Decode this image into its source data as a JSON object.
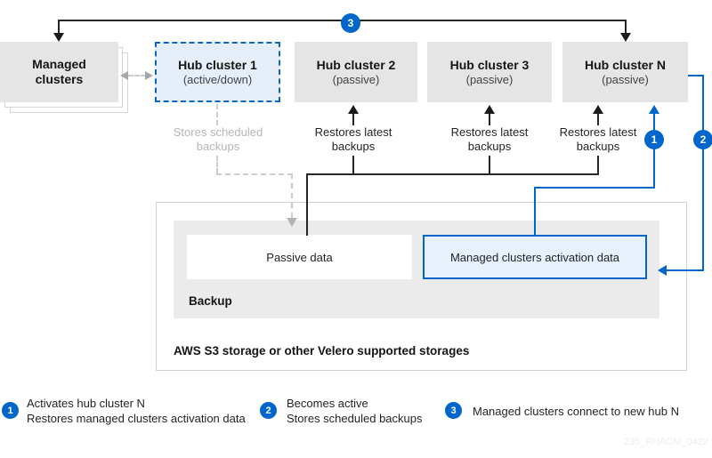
{
  "colors": {
    "accent_blue": "#0066cc",
    "node_gray": "#e5e5e5",
    "active_node_fill": "#e6eff9",
    "activation_box_fill": "#e7f1fb",
    "muted_label": "#b3b6b9",
    "line_black": "#262626",
    "dashed_gray": "#c9cdd1"
  },
  "nodes": {
    "managed": {
      "title": "Managed clusters"
    },
    "hub1": {
      "title": "Hub cluster 1",
      "subtitle": "(active/down)"
    },
    "hub2": {
      "title": "Hub cluster 2",
      "subtitle": "(passive)"
    },
    "hub3": {
      "title": "Hub cluster 3",
      "subtitle": "(passive)"
    },
    "hubN": {
      "title": "Hub cluster N",
      "subtitle": "(passive)"
    }
  },
  "flow_labels": {
    "stores_scheduled": "Stores scheduled backups",
    "restores_latest": "Restores latest backups"
  },
  "storage": {
    "title": "AWS S3 storage or other Velero supported storages",
    "backup_label": "Backup",
    "passive_box": "Passive data",
    "activation_box": "Managed clusters activation data"
  },
  "badges": {
    "one": "1",
    "two": "2",
    "three": "3"
  },
  "legend": [
    {
      "badge": "1",
      "lines": [
        "Activates hub cluster N",
        "Restores managed clusters activation data"
      ]
    },
    {
      "badge": "2",
      "lines": [
        "Becomes active",
        "Stores scheduled backups"
      ]
    },
    {
      "badge": "3",
      "lines": [
        "Managed clusters connect to new hub N"
      ]
    }
  ],
  "watermark": "235_RHACM_0422"
}
